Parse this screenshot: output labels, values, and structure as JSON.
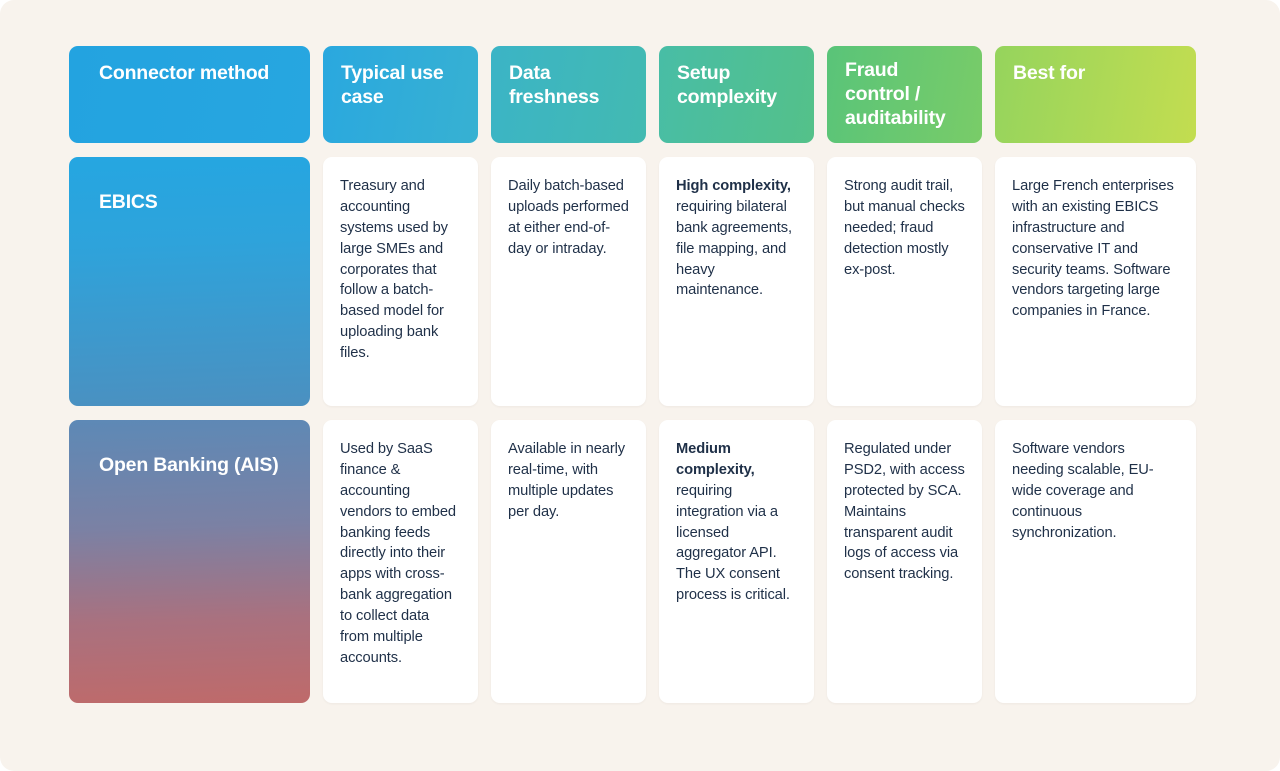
{
  "page": {
    "background_color": "#f8f3ed",
    "card_color": "#ffffff",
    "body_text_color": "#1f3048"
  },
  "table": {
    "headers": [
      {
        "label": "Connector method",
        "color": "#27a6e0"
      },
      {
        "label": "Typical use case",
        "color": "#37b1d2"
      },
      {
        "label": "Data freshness",
        "color": "#43bab1"
      },
      {
        "label": "Setup complexity",
        "color": "#54c189"
      },
      {
        "label": "Fraud control / auditability",
        "color": "#79cc68"
      },
      {
        "label": "Best for",
        "color": "#c3dd50"
      }
    ],
    "rows": [
      {
        "label": "EBICS",
        "label_gradient_from": "#25a6e1",
        "label_gradient_to": "#4b90c0",
        "cells": [
          {
            "emphasis": "",
            "text": "Treasury and accounting systems used by large SMEs and corporates that follow a batch-based model for uploading bank files."
          },
          {
            "emphasis": "",
            "text": "Daily batch-based uploads performed at either end-of-day or intraday."
          },
          {
            "emphasis": "High complexity,",
            "text": " requiring bilateral bank agreements, file mapping, and heavy maintenance."
          },
          {
            "emphasis": "",
            "text": "Strong audit trail, but manual checks needed; fraud detection mostly ex-post."
          },
          {
            "emphasis": "",
            "text": "Large French enterprises with an existing EBICS infrastructure and conservative IT and security teams. Software vendors targeting large companies in France."
          }
        ]
      },
      {
        "label": "Open Banking (AIS)",
        "label_gradient_from": "#5d89b6",
        "label_gradient_to": "#bf6a6a",
        "cells": [
          {
            "emphasis": "",
            "text": "Used by SaaS finance & accounting vendors to embed banking feeds directly into their apps with cross-bank aggregation to collect data from multiple accounts."
          },
          {
            "emphasis": "",
            "text": "Available in nearly real-time, with multiple updates per day."
          },
          {
            "emphasis": "Medium complexity,",
            "text": " requiring integration via a licensed aggregator API. The UX consent process is critical."
          },
          {
            "emphasis": "",
            "text": "Regulated under PSD2, with access protected by SCA. Maintains transparent audit logs of access via consent tracking."
          },
          {
            "emphasis": "",
            "text": "Software vendors needing scalable, EU-wide coverage and continuous synchronization."
          }
        ]
      }
    ]
  }
}
